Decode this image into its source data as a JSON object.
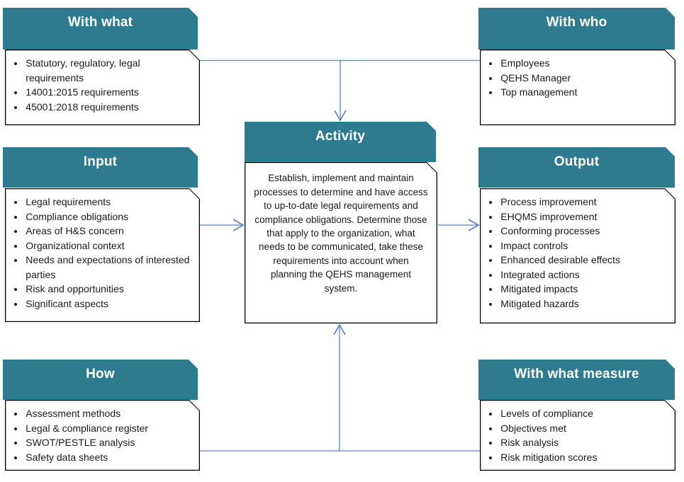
{
  "colors": {
    "header_bg": "#2E7B90",
    "header_text": "#FFFFFF",
    "arrow": "#5B82C6",
    "box_border": "#000000",
    "body_text": "#1A1A1A",
    "page_bg": "#FFFFFF"
  },
  "boxes": {
    "with_what": {
      "title": "With what",
      "items": [
        "Statutory, regulatory, legal requirements",
        "14001:2015 requirements",
        "45001:2018 requirements"
      ]
    },
    "with_who": {
      "title": "With who",
      "items": [
        "Employees",
        "QEHS Manager",
        "Top management"
      ]
    },
    "input": {
      "title": "Input",
      "items": [
        "Legal requirements",
        "Compliance obligations",
        "Areas of H&S concern",
        "Organizational context",
        "Needs and expectations of interested parties",
        "Risk and opportunities",
        "Significant aspects"
      ]
    },
    "output": {
      "title": "Output",
      "items": [
        "Process improvement",
        "EHQMS improvement",
        "Conforming processes",
        "Impact controls",
        "Enhanced desirable effects",
        "Integrated actions",
        "Mitigated impacts",
        "Mitigated hazards"
      ]
    },
    "how": {
      "title": "How",
      "items": [
        "Assessment methods",
        "Legal & compliance register",
        "SWOT/PESTLE analysis",
        "Safety data sheets"
      ]
    },
    "with_what_measure": {
      "title": "With what measure",
      "items": [
        "Levels of compliance",
        "Objectives met",
        "Risk analysis",
        "Risk mitigation scores"
      ]
    },
    "activity": {
      "title": "Activity",
      "description": "Establish, implement and maintain processes to determine and have access to up-to-date legal requirements and compliance obligations. Determine those that apply to the organization, what needs to be communicated, take these requirements into account when planning the QEHS management system."
    }
  }
}
